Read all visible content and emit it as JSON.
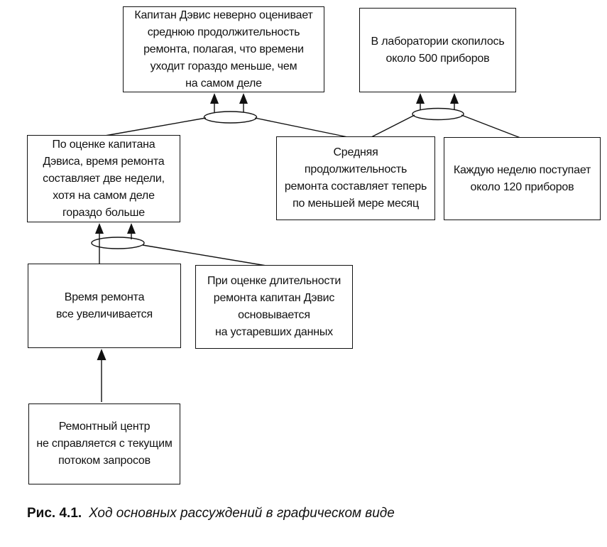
{
  "figure": {
    "colors": {
      "background": "#ffffff",
      "line": "#111111",
      "text": "#111111"
    },
    "nodes": {
      "top_left": {
        "text": "Капитан Дэвис неверно оценивает\nсреднюю продолжительность\nремонта, полагая, что времени\nуходит гораздо меньше, чем\nна самом деле"
      },
      "top_right": {
        "text": "В лаборатории скопилось\nоколо 500 приборов"
      },
      "mid_left": {
        "text": "По оценке капитана\nДэвиса, время ремонта\nсоставляет две недели,\nхотя на самом деле\nгораздо больше"
      },
      "mid_center": {
        "text": "Средняя\nпродолжительность\nремонта составляет теперь\nпо меньшей мере месяц"
      },
      "mid_right": {
        "text": "Каждую неделю поступает\nоколо 120 приборов"
      },
      "low_left": {
        "text": "Время ремонта\nвсе увеличивается"
      },
      "low_center": {
        "text": "При оценке длительности\nремонта капитан Дэвис\nосновывается\nна устаревших данных"
      },
      "bottom": {
        "text": "Ремонтный центр\nне справляется с текущим\nпотоком запросов"
      }
    },
    "caption": {
      "figure_label": "Рис. 4.1.",
      "figure_text": "Ход основных рассуждений в графическом виде"
    }
  }
}
